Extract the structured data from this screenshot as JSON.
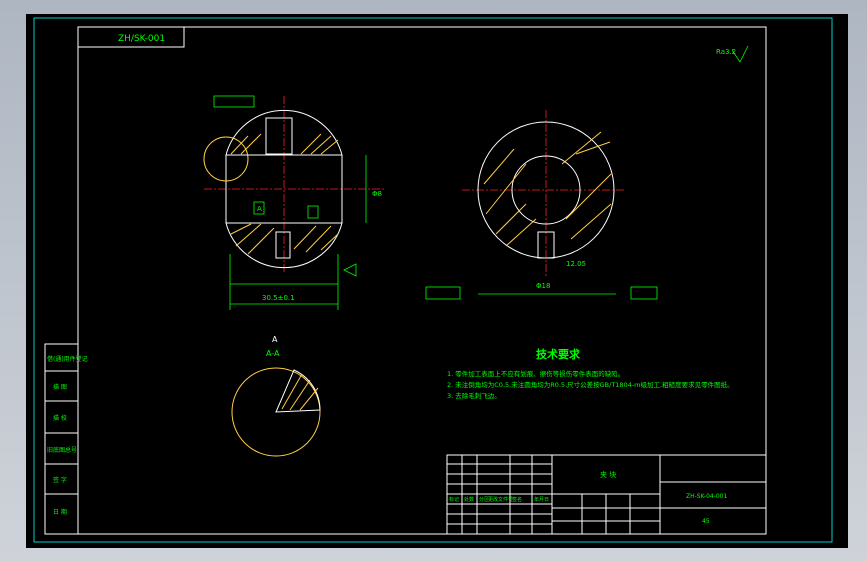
{
  "drawing": {
    "stamp_label": "ZH/SK-001",
    "roughness_label": "Ra3.2",
    "datum_ref": "A",
    "dim_overall_width": "30.5±0.1",
    "dim_hole_dia": "Φ18",
    "dim_slot_width": "12.05",
    "dim_height": "Φ8",
    "section_label": "A-A",
    "section_marker": "A",
    "tech_title": "技术要求",
    "tech_notes": [
      "1. 零件加工表面上不应有划痕、擦伤等损伤零件表面的缺陷。",
      "2. 未注倒角均为C0.5,未注圆角均为R0.5,尺寸公差按GB/T1804-m级加工,粗糙度要求见零件图纸。",
      "3. 去除毛刺飞边。"
    ],
    "left_block_labels": [
      "借(通)用件登记",
      "描 图",
      "描 校",
      "旧底图总号",
      "签 字",
      "日 期"
    ],
    "title_block_name": "夹 块",
    "title_block_code": "ZH-SK-04-001",
    "title_block_material": "45",
    "title_block_fields": [
      "标记",
      "处数",
      "分区",
      "更改文件号",
      "签名",
      "年月日"
    ]
  }
}
